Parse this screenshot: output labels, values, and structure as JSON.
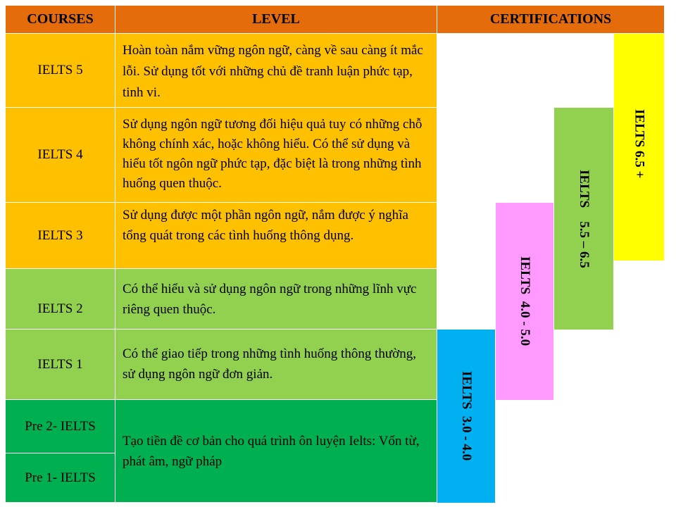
{
  "header": {
    "courses": "COURSES",
    "level": "LEVEL",
    "certifications": "CERTIFICATIONS"
  },
  "rows": [
    {
      "course": "IELTS  5",
      "level": "Hoàn toàn nắm vững ngôn ngữ, càng về sau càng ít mắc lỗi. Sử dụng tốt với những chủ đề tranh luận phức tạp, tinh vi."
    },
    {
      "course": "IELTS  4",
      "level": "Sử dụng ngôn ngữ tương đối hiệu quả tuy có những chỗ không chính xác, hoặc không hiểu. Có thể sử dụng và hiểu tốt ngôn ngữ phức tạp, đặc biệt là trong những tình huống quen thuộc."
    },
    {
      "course": "IELTS  3",
      "level": "Sử dụng được một phần ngôn ngữ, nắm được ý nghĩa tổng quát trong các tình huống thông dụng."
    },
    {
      "course": "IELTS  2",
      "level": "Có thể hiểu và sử dụng ngôn ngữ trong những lĩnh vực riêng quen thuộc."
    },
    {
      "course": "IELTS  1",
      "level": "Có thể giao tiếp trong những tình huống thông thường, sử dụng ngôn ngữ đơn giản."
    },
    {
      "course": "Pre 2- IELTS"
    },
    {
      "course": "Pre 1- IELTS"
    }
  ],
  "pre_level": "Tạo tiền đề cơ bản cho quá trình ôn luyện Ielts: Vốn từ, phát âm, ngữ pháp",
  "certifications": [
    {
      "label": "IELTS  3.0 - 4.0",
      "color": "#00B0F0"
    },
    {
      "label": "IELTS  4.0 - 5.0",
      "color": "#FF99FF"
    },
    {
      "label": "IELTS    5.5 – 6.5",
      "color": "#92D050"
    },
    {
      "label": "IELTS 6.5 +",
      "color": "#FFFF00"
    }
  ],
  "colors": {
    "header": "#E46C0A",
    "advanced": "#FFC000",
    "intermediate": "#92D050",
    "pre": "#00B050"
  }
}
